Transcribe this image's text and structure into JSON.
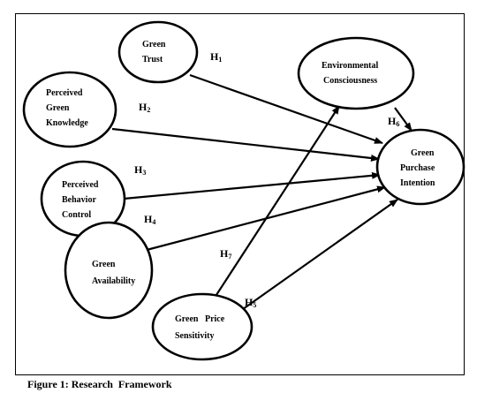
{
  "nodes": {
    "green_trust": [
      "Green",
      "Trust"
    ],
    "perceived_green_knowledge": [
      "Perceived",
      "Green",
      "Knowledge"
    ],
    "perceived_behavior_control": [
      "Perceived",
      "Behavior",
      "Control"
    ],
    "green_availability": [
      "Green",
      "Availability"
    ],
    "green_price_sensitivity": [
      "Green   Price",
      "Sensitivity"
    ],
    "environmental_consciousness": [
      "Environmental",
      "Consciousness"
    ],
    "green_purchase_intention": [
      "Green",
      "Purchase",
      "Intention"
    ]
  },
  "hypotheses": {
    "h1": {
      "letter": "H",
      "num": "1"
    },
    "h2": {
      "letter": "H",
      "num": "2"
    },
    "h3": {
      "letter": "H",
      "num": "3"
    },
    "h4": {
      "letter": "H",
      "num": "4"
    },
    "h5": {
      "letter": "H",
      "num": "5"
    },
    "h6": {
      "letter": "H",
      "num": "6"
    },
    "h7": {
      "letter": "H",
      "num": "7"
    }
  },
  "caption": "Figure 1: Research  Framework"
}
